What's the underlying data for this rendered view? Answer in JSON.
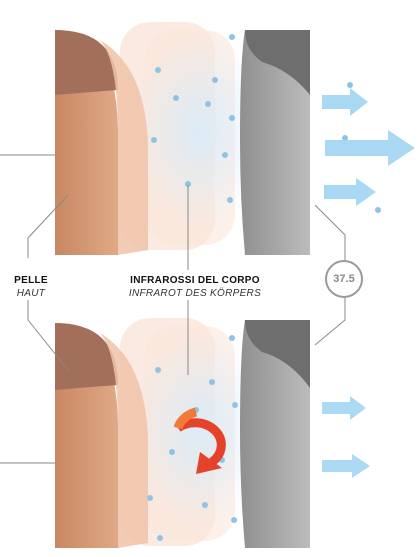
{
  "labels": {
    "skin": {
      "main": "PELLE",
      "sub": "HAUT"
    },
    "infrared": {
      "main": "INFRAROSSI DEL CORPO",
      "sub": "INFRAROT DES KÖRPERS"
    }
  },
  "temperature_badge": "37.5",
  "colors": {
    "skin_layer": "#d69a78",
    "skin_dark": "#a2705a",
    "fabric_layer": "#f3c7b0",
    "grey_layer": "#a9a9a9",
    "grey_dark": "#6e6e6e",
    "arrow_blue": "#9fd4f1",
    "particle_blue": "#8fc3e6",
    "circular_arrow": "#e4432a"
  },
  "icons": [
    "circular-arrow-icon",
    "airflow-arrow-icon",
    "temperature-badge-icon"
  ]
}
